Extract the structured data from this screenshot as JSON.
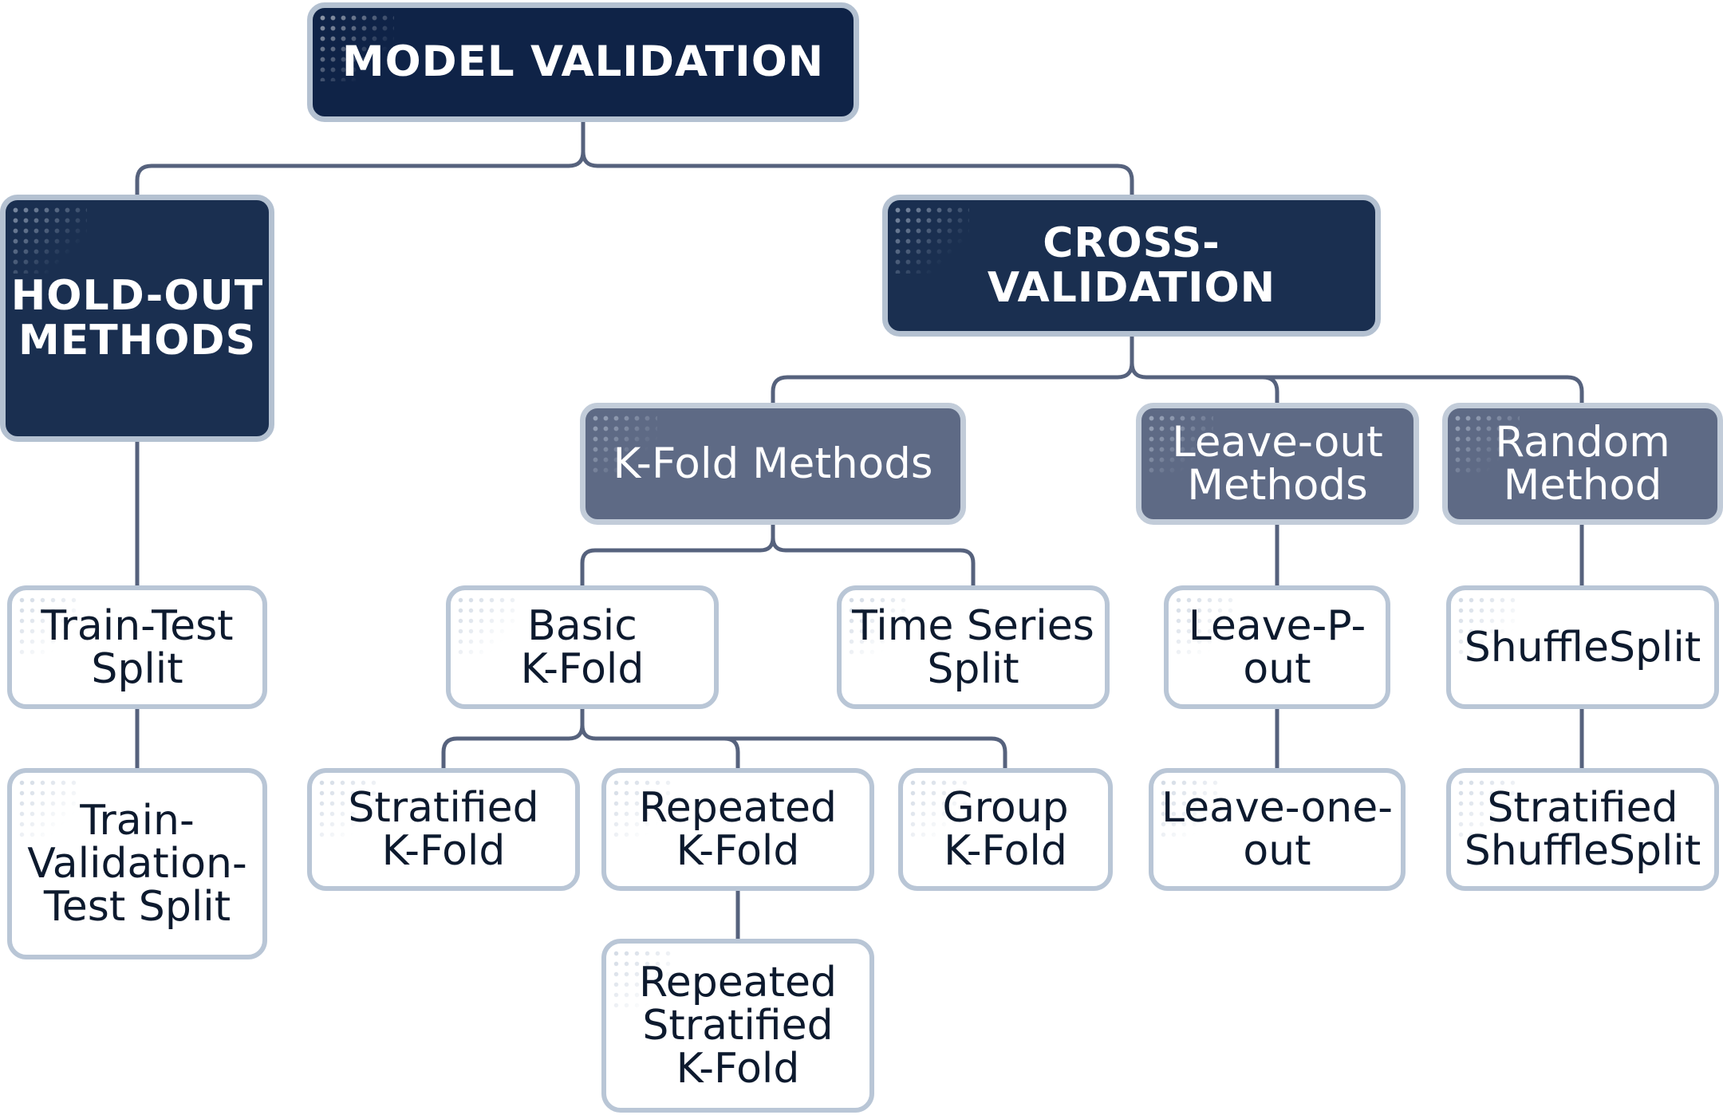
{
  "diagram": {
    "root": {
      "label": "MODEL VALIDATION"
    },
    "holdout": {
      "label": "HOLD-OUT\nMETHODS"
    },
    "crossval": {
      "label": "CROSS-\nVALIDATION"
    },
    "kfold_methods": {
      "label": "K-Fold Methods"
    },
    "leaveout_methods": {
      "label": "Leave-out\nMethods"
    },
    "random_method": {
      "label": "Random\nMethod"
    },
    "train_test_split": {
      "label": "Train-Test\nSplit"
    },
    "train_val_test_split": {
      "label": "Train-\nValidation-\nTest Split"
    },
    "basic_kfold": {
      "label": "Basic\nK-Fold"
    },
    "time_series_split": {
      "label": "Time Series\nSplit"
    },
    "stratified_kfold": {
      "label": "Stratified\nK-Fold"
    },
    "repeated_kfold": {
      "label": "Repeated\nK-Fold"
    },
    "group_kfold": {
      "label": "Group\nK-Fold"
    },
    "repeated_stratified_kfold": {
      "label": "Repeated\nStratified\nK-Fold"
    },
    "leave_p_out": {
      "label": "Leave-P-\nout"
    },
    "leave_one_out": {
      "label": "Leave-one-\nout"
    },
    "shufflesplit": {
      "label": "ShuffleSplit"
    },
    "stratified_shufflesplit": {
      "label": "Stratified\nShuffleSplit"
    }
  },
  "colors": {
    "root_fill": "#0f2347",
    "level1_fill": "#1a2f50",
    "level2_fill": "#5e6a85",
    "leaf_fill": "#ffffff",
    "border": "#b4c1d1",
    "connector": "#56627d",
    "leaf_text": "#0d1a2e"
  }
}
